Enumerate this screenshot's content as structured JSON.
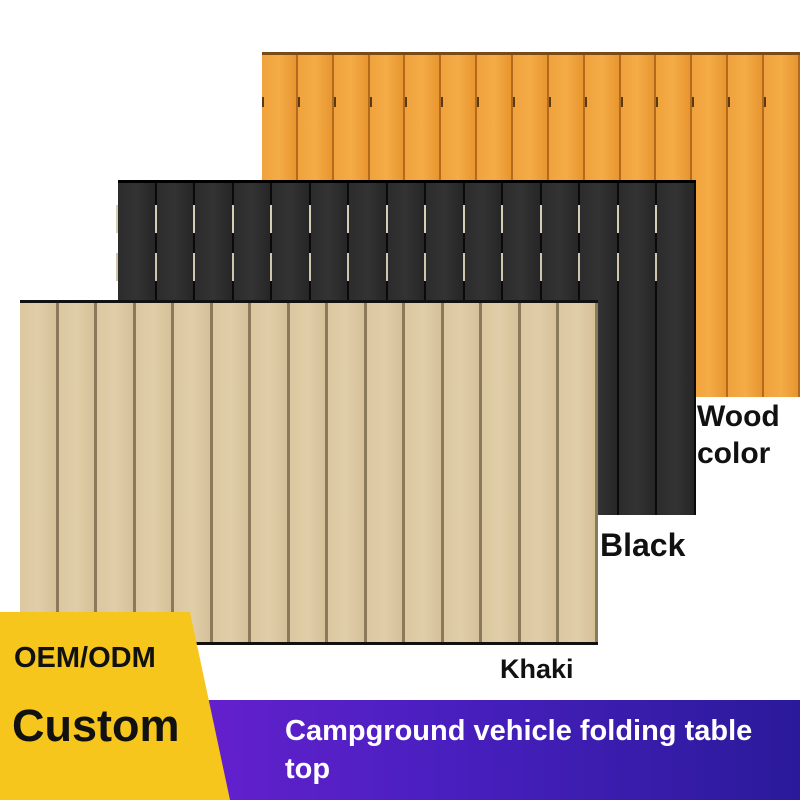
{
  "panels": {
    "wood": {
      "label": "Wood color",
      "color": "#e8922e"
    },
    "black": {
      "label": "Black",
      "color": "#222222"
    },
    "khaki": {
      "label": "Khaki",
      "color": "#d9c59c"
    }
  },
  "badge": {
    "line1": "OEM/ODM",
    "line2": "Custom",
    "color": "#f6c61c"
  },
  "banner": {
    "text": "Campground vehicle folding table top",
    "color": "#5a1fc8"
  }
}
